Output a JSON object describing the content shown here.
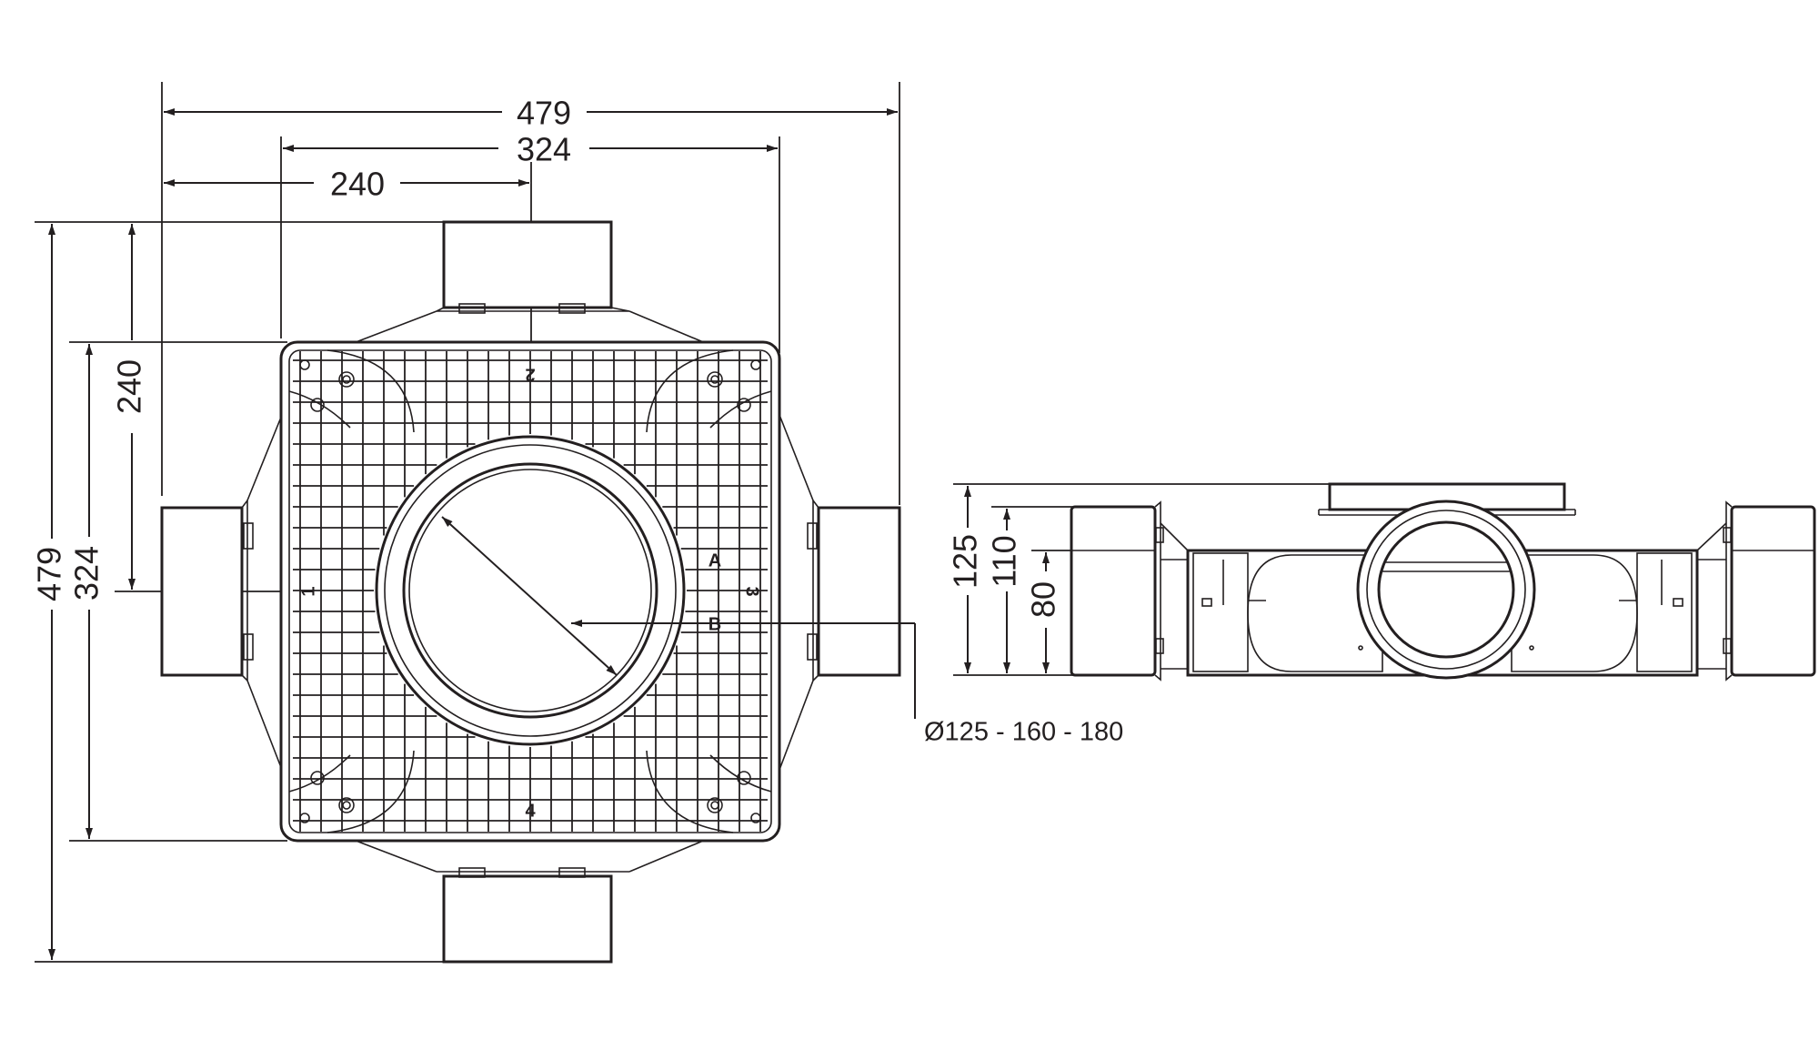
{
  "top_view": {
    "dimensions": {
      "overall_width": "479",
      "body_width": "324",
      "center_offset_x": "240",
      "overall_height": "479",
      "body_height": "324",
      "center_offset_y": "240"
    },
    "port_labels": {
      "port_1": "1",
      "port_2": "2",
      "port_3": "3",
      "port_4": "4",
      "marker_a": "A",
      "marker_b": "B"
    },
    "outlet_diameter": "Ø125 - 160 - 180"
  },
  "side_view": {
    "dimensions": {
      "total_height": "125",
      "spigot_height": "110",
      "body_height": "80"
    }
  }
}
